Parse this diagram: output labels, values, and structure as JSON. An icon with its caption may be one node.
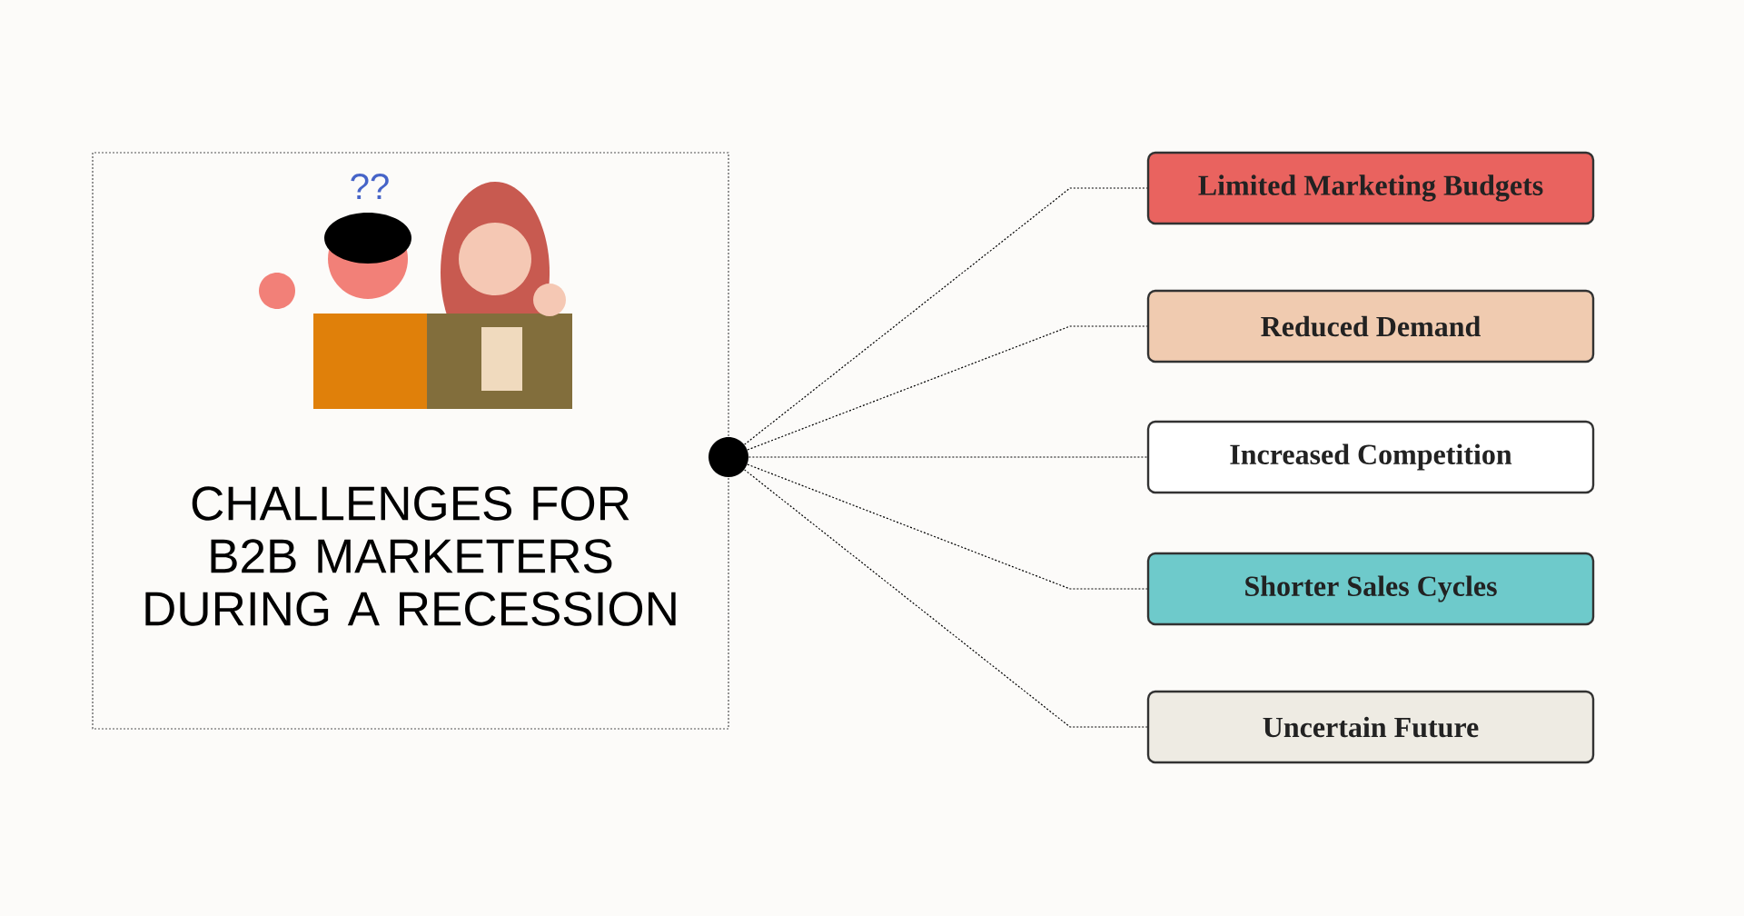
{
  "diagram": {
    "title": "CHALLENGES FOR B2B MARKETERS DURING A RECESSION",
    "nodes": [
      {
        "text": [],
        "shape": "box"
      },
      {
        "text": [],
        "shape": "circle"
      },
      {
        "text": [
          "Limited Marketing Budgets"
        ]
      },
      {
        "text": [
          "Reduced Demand"
        ]
      },
      {
        "text": [
          "Increased Competition"
        ]
      },
      {
        "text": [
          "Shorter Sales Cycles"
        ]
      },
      {
        "text": [
          "Uncertain Future"
        ]
      }
    ],
    "edges": [
      {
        "from": 1,
        "to": 2,
        "arrow": "none",
        "style": "dashed"
      },
      {
        "from": 1,
        "to": 3,
        "arrow": "none",
        "style": "dashed"
      },
      {
        "from": 1,
        "to": 4,
        "arrow": "none",
        "style": "dashed"
      },
      {
        "from": 1,
        "to": 5,
        "arrow": "none",
        "style": "dashed"
      },
      {
        "from": 1,
        "to": 6,
        "arrow": "none",
        "style": "dashed"
      }
    ],
    "labels": [
      "??"
    ]
  }
}
